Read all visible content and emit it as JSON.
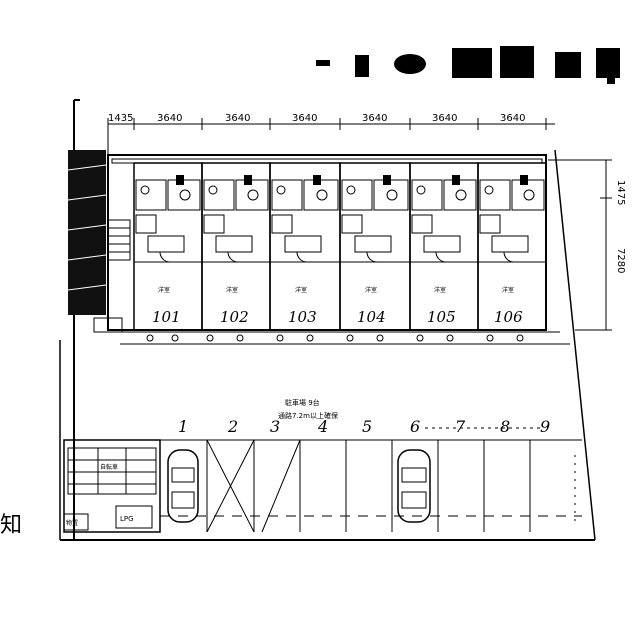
{
  "header": {
    "dimensions_top": [
      "1435",
      "3640",
      "3640",
      "3640",
      "3640",
      "3640",
      "3640"
    ],
    "dimensions_right": [
      "1475",
      "7280"
    ]
  },
  "building": {
    "units": [
      "101",
      "102",
      "103",
      "104",
      "105",
      "106"
    ],
    "unit_type_label": "洋室"
  },
  "parking": {
    "title": "駐車場 9台",
    "subtitle": "通路7.2m以上確保",
    "slots": [
      "1",
      "2",
      "3",
      "4",
      "5",
      "6",
      "7",
      "8",
      "9"
    ]
  },
  "facilities": {
    "lpg_label": "LPG",
    "bike_label": "自転車",
    "storage_label": "物置"
  },
  "margin_text": "知"
}
